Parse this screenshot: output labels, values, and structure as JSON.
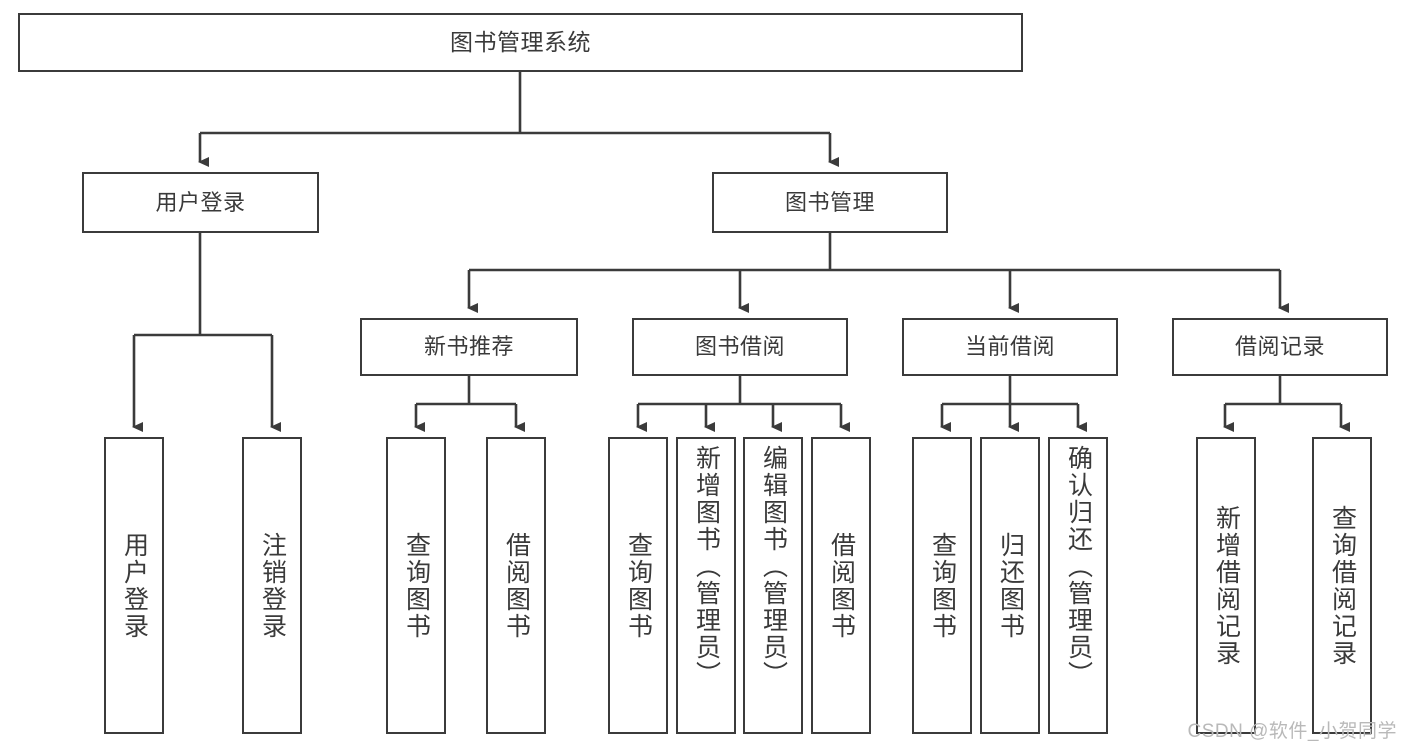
{
  "diagram": {
    "type": "tree",
    "title": "图书管理系统",
    "orientation": "top-down",
    "colors": {
      "border": "#3b3b3b",
      "text": "#3a3a3a",
      "background": "#ffffff",
      "connector": "#3b3b3b",
      "watermark": "#b9b9b9"
    }
  },
  "nodes": {
    "root": {
      "label": "图书管理系统"
    },
    "level1": [
      {
        "label": "用户登录"
      },
      {
        "label": "图书管理"
      }
    ],
    "level2": [
      {
        "label": "新书推荐"
      },
      {
        "label": "图书借阅"
      },
      {
        "label": "当前借阅"
      },
      {
        "label": "借阅记录"
      }
    ],
    "leaves": {
      "user_login": [
        {
          "label": "用户登录"
        },
        {
          "label": "注销登录"
        }
      ],
      "new_book": [
        {
          "label": "查询图书"
        },
        {
          "label": "借阅图书"
        }
      ],
      "book_borrow": [
        {
          "label": "查询图书"
        },
        {
          "label": "新增图书（管理员）"
        },
        {
          "label": "编辑图书（管理员）"
        },
        {
          "label": "借阅图书"
        }
      ],
      "current_borrow": [
        {
          "label": "查询图书"
        },
        {
          "label": "归还图书"
        },
        {
          "label": "确认归还（管理员）"
        }
      ],
      "borrow_record": [
        {
          "label": "新增借阅记录"
        },
        {
          "label": "查询借阅记录"
        }
      ]
    }
  },
  "watermark": {
    "text": "CSDN @软件_小贺同学"
  }
}
